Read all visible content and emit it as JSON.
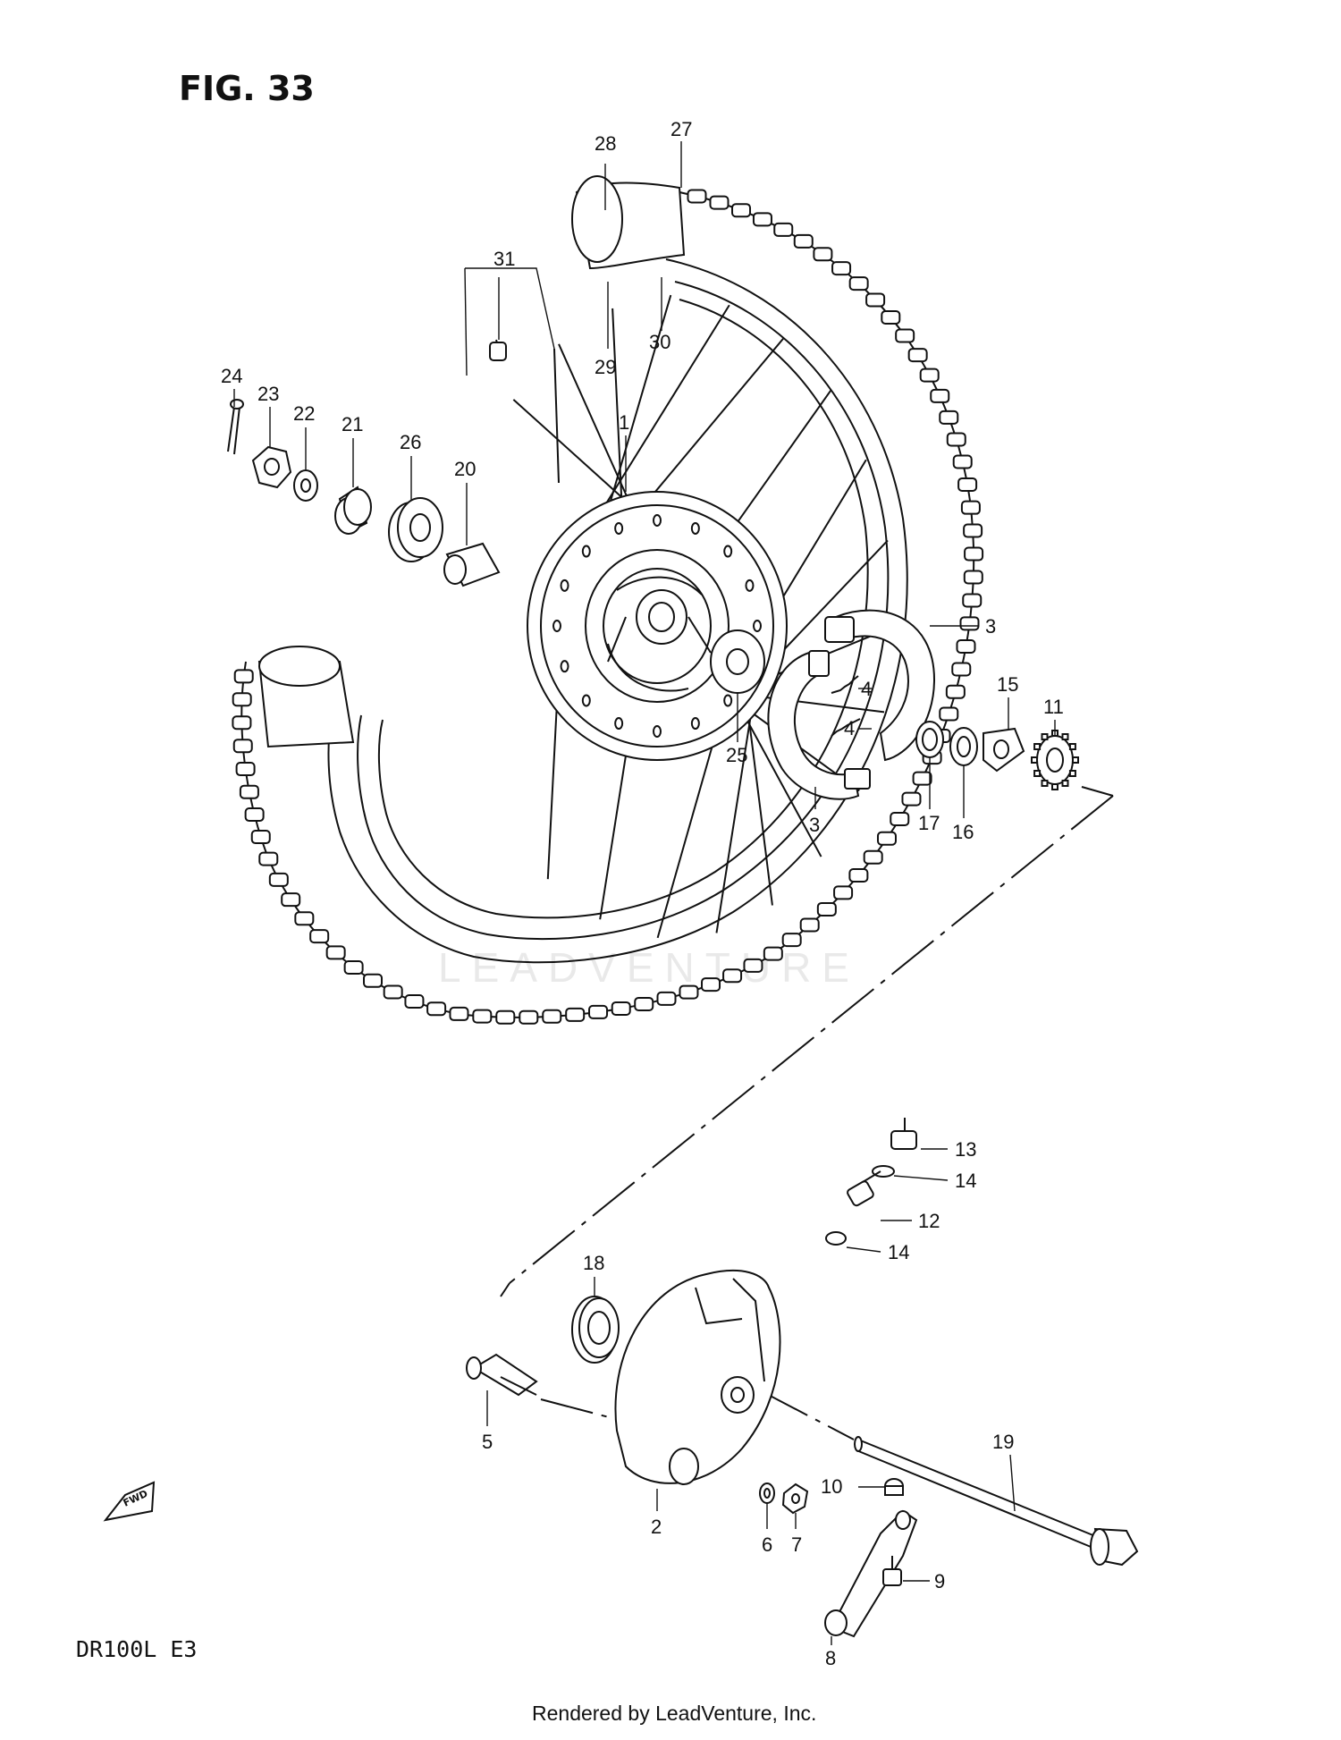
{
  "figure": {
    "title": "FIG. 33",
    "model_code": "DR100L  E3",
    "footer": "Rendered by LeadVenture, Inc.",
    "watermark": "LEADVENTURE",
    "fwd_label": "FWD"
  },
  "callouts": [
    {
      "id": "c27",
      "label": "27"
    },
    {
      "id": "c28",
      "label": "28"
    },
    {
      "id": "c31",
      "label": "31"
    },
    {
      "id": "c29",
      "label": "29"
    },
    {
      "id": "c30",
      "label": "30"
    },
    {
      "id": "c24",
      "label": "24"
    },
    {
      "id": "c23",
      "label": "23"
    },
    {
      "id": "c22",
      "label": "22"
    },
    {
      "id": "c21",
      "label": "21"
    },
    {
      "id": "c26",
      "label": "26"
    },
    {
      "id": "c20",
      "label": "20"
    },
    {
      "id": "c1",
      "label": "1"
    },
    {
      "id": "c3a",
      "label": "3"
    },
    {
      "id": "c4a",
      "label": "4"
    },
    {
      "id": "c4b",
      "label": "4"
    },
    {
      "id": "c25",
      "label": "25"
    },
    {
      "id": "c3b",
      "label": "3"
    },
    {
      "id": "c15",
      "label": "15"
    },
    {
      "id": "c11",
      "label": "11"
    },
    {
      "id": "c17",
      "label": "17"
    },
    {
      "id": "c16",
      "label": "16"
    },
    {
      "id": "c13",
      "label": "13"
    },
    {
      "id": "c14a",
      "label": "14"
    },
    {
      "id": "c12",
      "label": "12"
    },
    {
      "id": "c14b",
      "label": "14"
    },
    {
      "id": "c18",
      "label": "18"
    },
    {
      "id": "c5",
      "label": "5"
    },
    {
      "id": "c2",
      "label": "2"
    },
    {
      "id": "c19",
      "label": "19"
    },
    {
      "id": "c10",
      "label": "10"
    },
    {
      "id": "c6",
      "label": "6"
    },
    {
      "id": "c7",
      "label": "7"
    },
    {
      "id": "c9",
      "label": "9"
    },
    {
      "id": "c8",
      "label": "8"
    }
  ]
}
